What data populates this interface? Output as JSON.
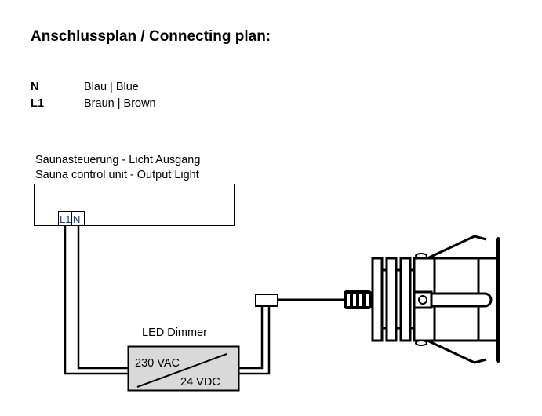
{
  "title": "Anschlussplan / Connecting plan:",
  "legend": [
    {
      "code": "N",
      "description": "Blau | Blue"
    },
    {
      "code": "L1",
      "description": "Braun | Brown"
    }
  ],
  "control_unit": {
    "label_de": "Saunasteuerung - Licht Ausgang",
    "label_en": "Sauna control unit - Output Light",
    "terminals": [
      "L1",
      "N"
    ]
  },
  "dimmer": {
    "label": "LED Dimmer",
    "input": "230 VAC",
    "output": "24 VDC",
    "fill": "#d9d9d9"
  }
}
